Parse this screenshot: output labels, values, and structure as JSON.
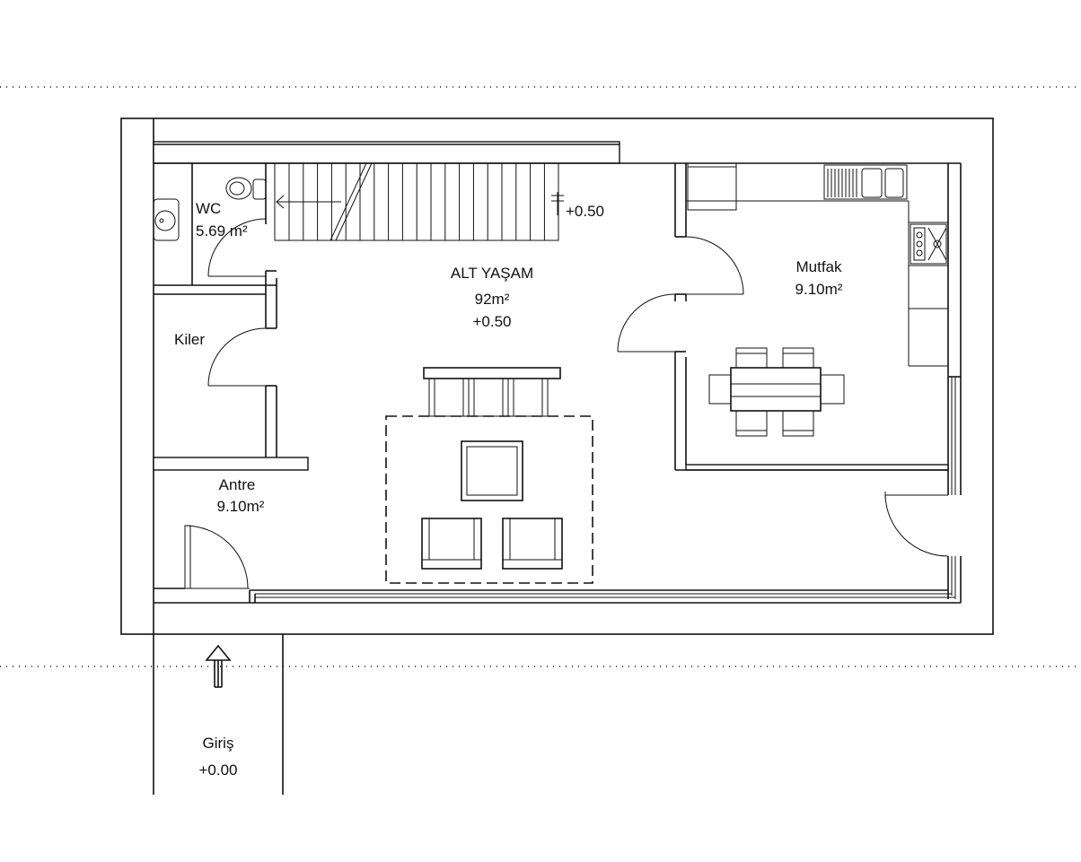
{
  "rooms": {
    "wc": {
      "name": "WC",
      "area": "5.69 m²"
    },
    "kiler": {
      "name": "Kiler"
    },
    "antre": {
      "name": "Antre",
      "area": "9.10m²"
    },
    "living": {
      "name": "ALT YAŞAM",
      "area": "92m²",
      "level": "+0.50"
    },
    "kitchen": {
      "name": "Mutfak",
      "area": "9.10m²"
    },
    "entrance": {
      "name": "Giriş",
      "level": "+0.00"
    }
  },
  "stair": {
    "level": "+0.50"
  }
}
